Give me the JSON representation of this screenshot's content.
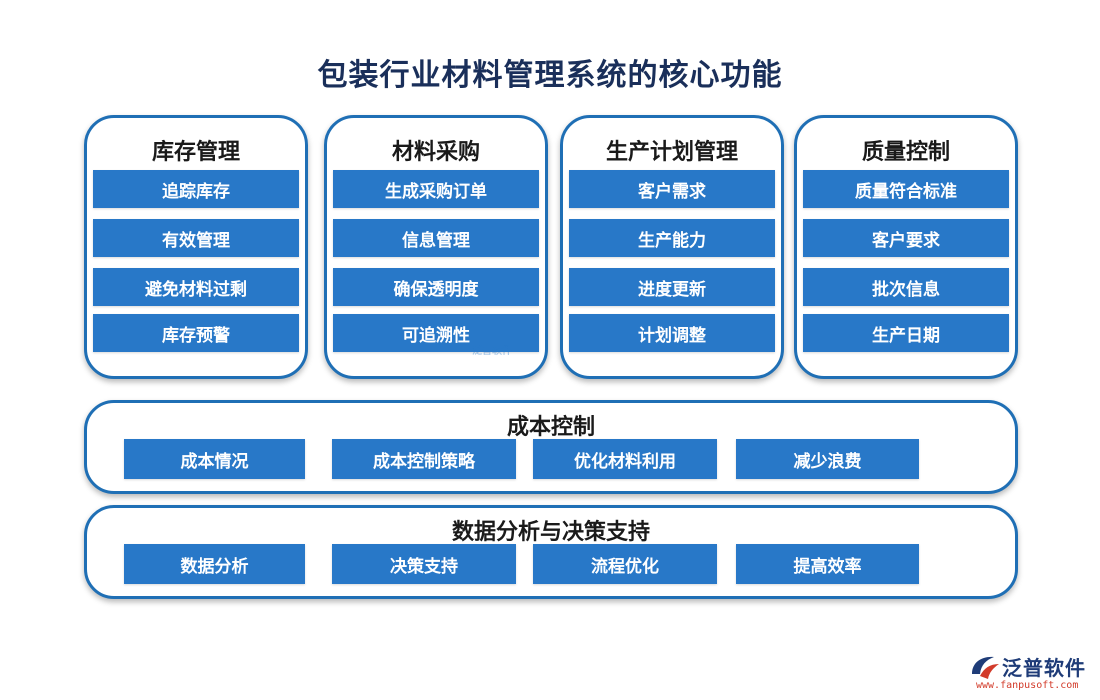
{
  "title": "包装行业材料管理系统的核心功能",
  "modules": [
    {
      "title": "库存管理",
      "items": [
        "追踪库存",
        "有效管理",
        "避免材料过剩",
        "库存预警"
      ]
    },
    {
      "title": "材料采购",
      "items": [
        "生成采购订单",
        "信息管理",
        "确保透明度",
        "可追溯性"
      ]
    },
    {
      "title": "生产计划管理",
      "items": [
        "客户需求",
        "生产能力",
        "进度更新",
        "计划调整"
      ]
    },
    {
      "title": "质量控制",
      "items": [
        "质量符合标准",
        "客户要求",
        "批次信息",
        "生产日期"
      ]
    }
  ],
  "cost_control": {
    "title": "成本控制",
    "items": [
      "成本情况",
      "成本控制策略",
      "优化材料利用",
      "减少浪费"
    ]
  },
  "data_analysis": {
    "title": "数据分析与决策支持",
    "items": [
      "数据分析",
      "决策支持",
      "流程优化",
      "提高效率"
    ]
  },
  "watermark": "泛普软件",
  "logo": {
    "name": "泛普软件",
    "url": "www.fanpusoft.com",
    "icon": "fanpu-logo-icon"
  },
  "colors": {
    "accent": "#2878c8",
    "border": "#1f6fb5",
    "title": "#1a2f5a",
    "logo_red": "#d23b2a"
  }
}
